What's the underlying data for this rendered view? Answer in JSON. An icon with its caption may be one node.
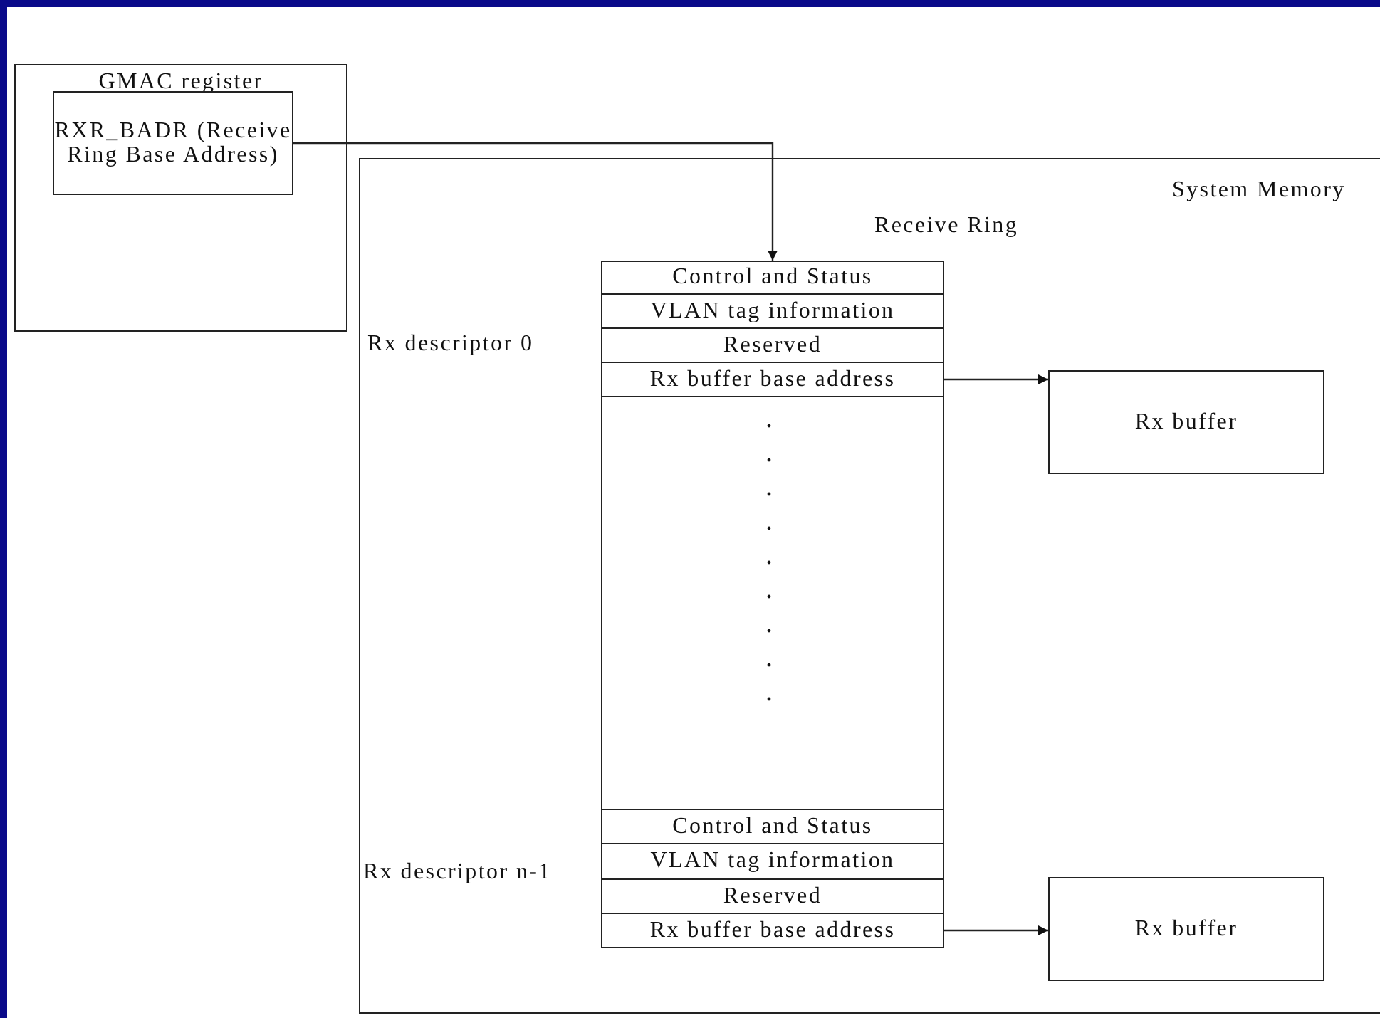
{
  "diagram": {
    "nodes": [
      {
        "text": [
          "GMAC register"
        ]
      },
      {
        "text": [
          "RXR_BADR (Receive Ring Base Address)"
        ],
        "in": 0
      },
      {
        "text": [
          "System Memory"
        ]
      },
      {
        "text": [
          "Receive Ring"
        ],
        "in": 2
      },
      {
        "text": [
          "Control and Status"
        ],
        "in": 3
      },
      {
        "text": [
          "VLAN tag information"
        ],
        "in": 3
      },
      {
        "text": [
          "Reserved"
        ],
        "in": 3
      },
      {
        "text": [
          "Rx buffer base address"
        ],
        "in": 3
      },
      {
        "text": [
          "Control and Status"
        ],
        "in": 3
      },
      {
        "text": [
          "VLAN tag information"
        ],
        "in": 3
      },
      {
        "text": [
          "Reserved"
        ],
        "in": 3
      },
      {
        "text": [
          "Rx buffer base address"
        ],
        "in": 3
      },
      {
        "text": [
          "Rx buffer"
        ],
        "in": 2
      },
      {
        "text": [
          "Rx buffer"
        ],
        "in": 2
      }
    ],
    "edges": [
      {
        "from": 1,
        "to": 4,
        "arrow": "to"
      },
      {
        "from": 7,
        "to": 12,
        "arrow": "to"
      },
      {
        "from": 11,
        "to": 13,
        "arrow": "to"
      }
    ],
    "labels": [
      "Rx descriptor 0",
      "Rx descriptor n-1"
    ]
  }
}
